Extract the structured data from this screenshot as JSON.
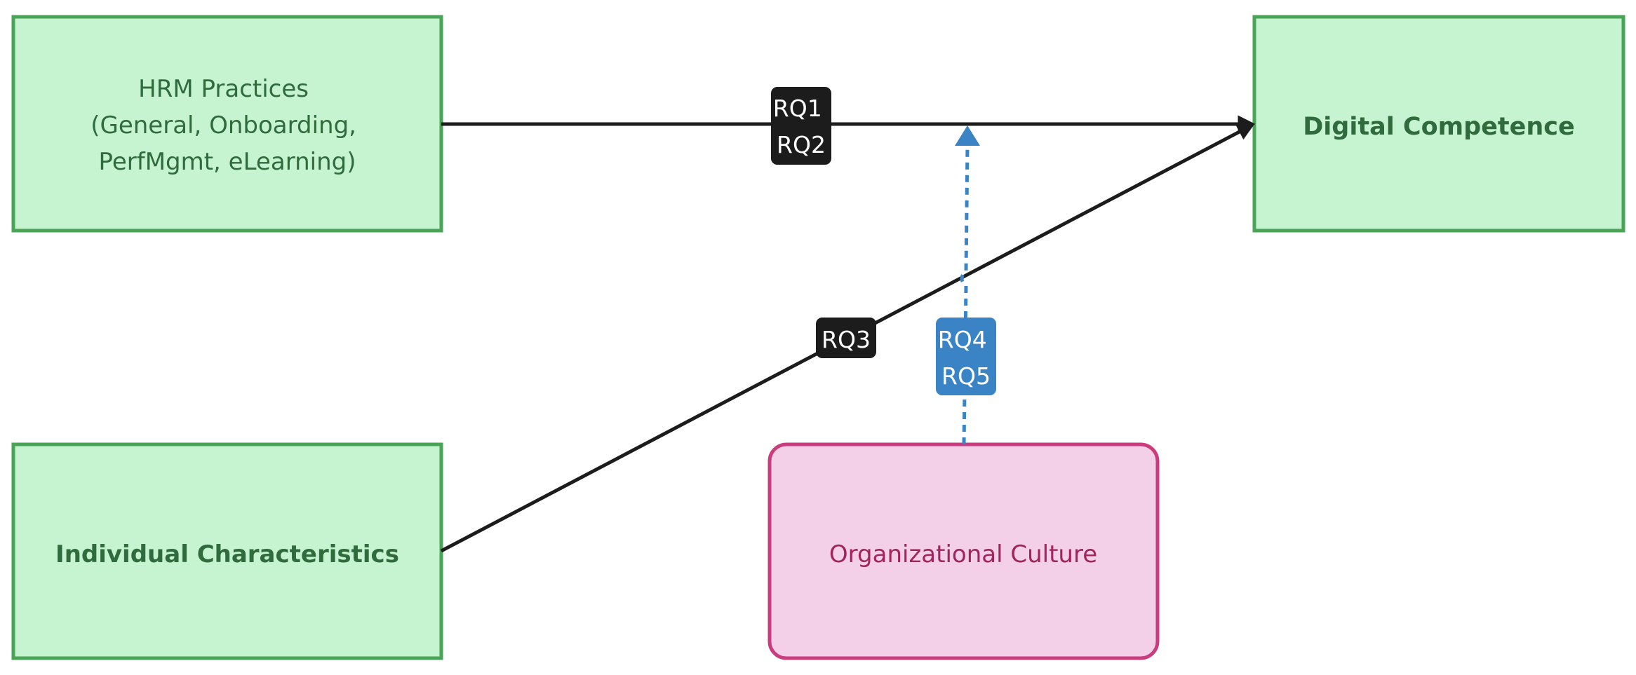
{
  "colors": {
    "green_fill": "#c6f4d1",
    "green_stroke": "#4aa457",
    "green_text": "#2f6b3c",
    "pink_fill": "#f3d0e7",
    "pink_stroke": "#c93c7d",
    "pink_text": "#a3245c",
    "edge_dark": "#1c1c1c",
    "edge_blue": "#3a84c6",
    "label_text": "#ffffff"
  },
  "nodes": {
    "hrm": {
      "lines": [
        "HRM Practices",
        "(General, Onboarding,",
        "PerfMgmt, eLearning)"
      ]
    },
    "digital": {
      "label": "Digital Competence"
    },
    "individual": {
      "label": "Individual Characteristics"
    },
    "culture": {
      "label": "Organizational Culture"
    }
  },
  "edges": {
    "rq12": {
      "lines": [
        "RQ1",
        "RQ2"
      ]
    },
    "rq3": {
      "lines": [
        "RQ3"
      ]
    },
    "rq45": {
      "lines": [
        "RQ4",
        "RQ5"
      ]
    }
  }
}
